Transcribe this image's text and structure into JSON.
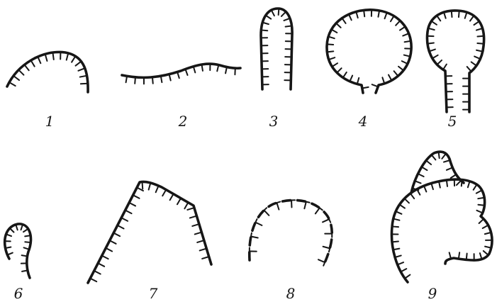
{
  "figure": {
    "ink_color": "#161616",
    "panels": [
      {
        "label": "1",
        "shape": "low-arch"
      },
      {
        "label": "2",
        "shape": "wavy-line"
      },
      {
        "label": "3",
        "shape": "finger"
      },
      {
        "label": "4",
        "shape": "round-flask"
      },
      {
        "label": "5",
        "shape": "pear-flask"
      },
      {
        "label": "6",
        "shape": "small-loop"
      },
      {
        "label": "7",
        "shape": "angular-roof"
      },
      {
        "label": "8",
        "shape": "dashed-arch-with-t-marks"
      },
      {
        "label": "9",
        "shape": "lobed-double-contour"
      }
    ]
  }
}
